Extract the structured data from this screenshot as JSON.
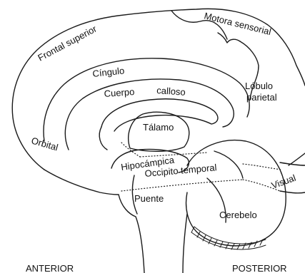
{
  "labels": {
    "frontal_superior": "Frontal superior",
    "motora_sensorial": "Motora sensorial",
    "cingulo": "Cíngulo",
    "cuerpo": "Cuerpo",
    "calloso": "calloso",
    "lobulo": "Lóbulo",
    "parietal": "parietal",
    "talamo": "Tálamo",
    "orbital": "Orbital",
    "hipocampica": "Hipocámpica",
    "occipito_temporal": "Occipito temporal",
    "visual": "Visual",
    "puente": "Puente",
    "cerebelo": "Cerebelo",
    "anterior": "ANTERIOR",
    "posterior": "POSTERIOR"
  },
  "colors": {
    "ink": "#1a1a1a",
    "background": "#ffffff"
  }
}
